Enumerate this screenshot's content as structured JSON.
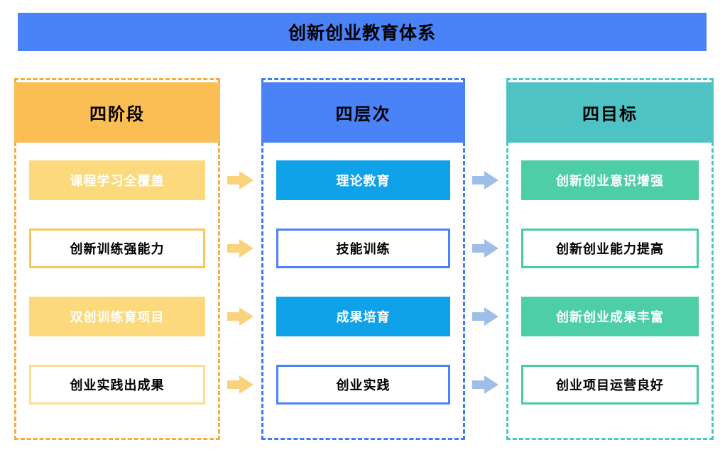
{
  "title": "创新创业教育体系",
  "icons": {
    "flow_arrow": "right-block-arrow"
  },
  "columns": [
    {
      "id": "stages",
      "header": "四阶段",
      "items": [
        {
          "label": "课程学习全覆盖",
          "variant": "filled"
        },
        {
          "label": "创新训练强能力",
          "variant": "outlined"
        },
        {
          "label": "双创训练育项目",
          "variant": "filled"
        },
        {
          "label": "创业实践出成果",
          "variant": "outlined-light"
        }
      ]
    },
    {
      "id": "levels",
      "header": "四层次",
      "items": [
        {
          "label": "理论教育",
          "variant": "filled"
        },
        {
          "label": "技能训练",
          "variant": "outlined"
        },
        {
          "label": "成果培育",
          "variant": "filled"
        },
        {
          "label": "创业实践",
          "variant": "outlined"
        }
      ]
    },
    {
      "id": "goals",
      "header": "四目标",
      "items": [
        {
          "label": "创新创业意识增强",
          "variant": "filled"
        },
        {
          "label": "创新创业能力提高",
          "variant": "outlined"
        },
        {
          "label": "创新创业成果丰富",
          "variant": "filled"
        },
        {
          "label": "创业项目运营良好",
          "variant": "outlined"
        }
      ]
    }
  ],
  "arrows": {
    "stages_to_levels_count": 4,
    "levels_to_goals_count": 4
  },
  "palette": {
    "title-bg": "#4A82F7",
    "c1-dash": "#F7AA3D",
    "c1-header": "#FBBE55",
    "c1-fill": "#FCD97D",
    "c1-line": "#F8C65C",
    "c1-line-light": "#FBDE92",
    "c2-dash": "#3D7BF4",
    "c2-header": "#4A82F7",
    "c2-fill": "#10A2E8",
    "c2-line": "#4A82F7",
    "c3-dash": "#4FC5C7",
    "c3-header": "#4FC2C4",
    "c3-fill": "#4DCEA6",
    "c3-line": "#49CBA2",
    "arrow-1": "#F9D27C",
    "arrow-2": "#9FBEE7"
  }
}
